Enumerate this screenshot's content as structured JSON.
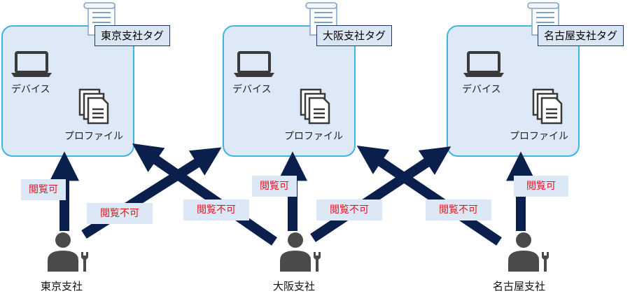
{
  "branches": [
    {
      "name": "東京支社",
      "tag": "東京支社タグ",
      "device": "デバイス",
      "profile": "プロファイル"
    },
    {
      "name": "大阪支社",
      "tag": "大阪支社タグ",
      "device": "デバイス",
      "profile": "プロファイル"
    },
    {
      "name": "名古屋支社",
      "tag": "名古屋支社タグ",
      "device": "デバイス",
      "profile": "プロファイル"
    }
  ],
  "access": {
    "allowed": "閲覧可",
    "denied": "閲覧不可"
  },
  "colors": {
    "arrow": "#0b1f4d",
    "panel_fill": "#dde9f6",
    "panel_border": "#3fb4e4",
    "denied_text": "#e0141e",
    "person": "#4a4a4a"
  }
}
